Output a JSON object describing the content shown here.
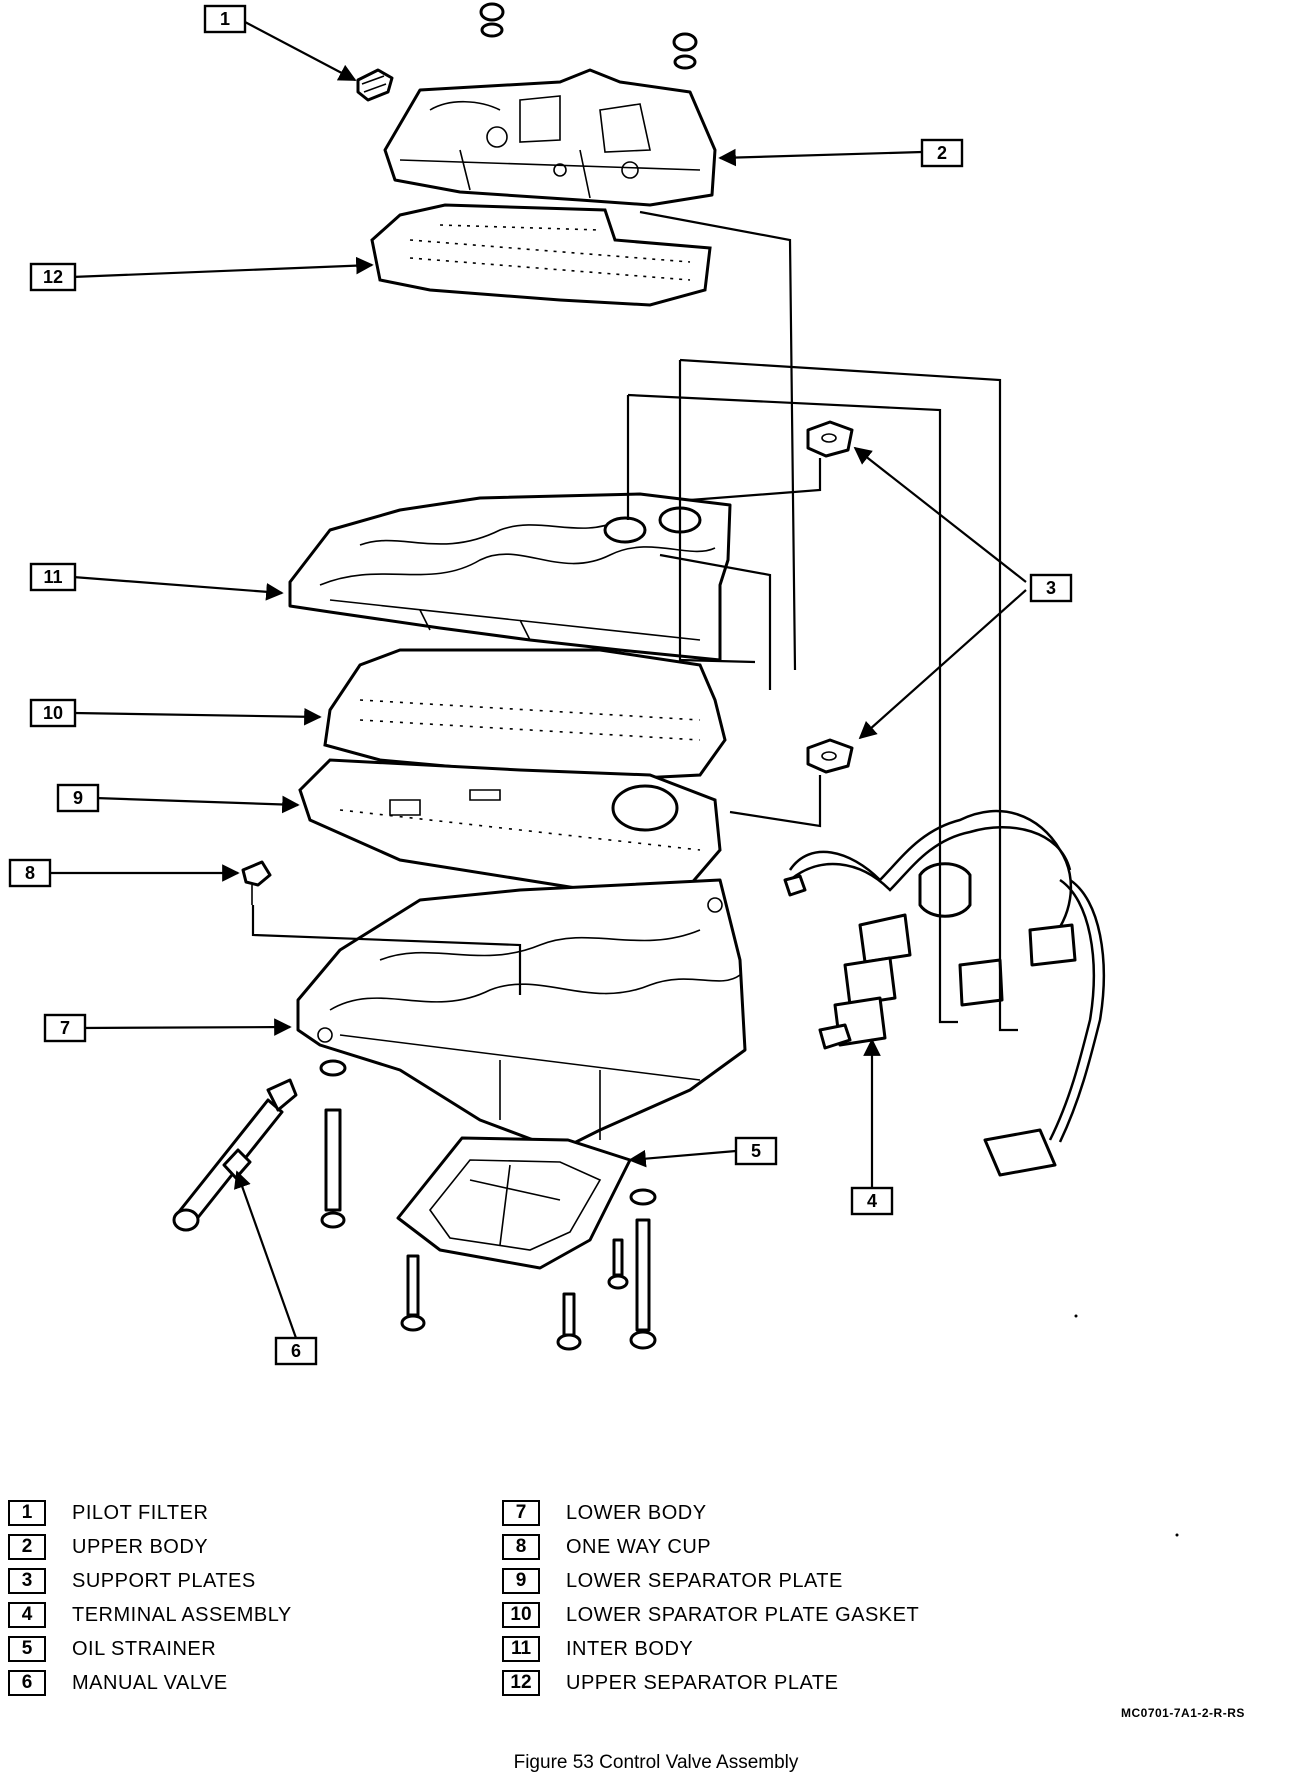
{
  "callouts": [
    {
      "id": "1",
      "label": "1"
    },
    {
      "id": "2",
      "label": "2"
    },
    {
      "id": "3",
      "label": "3"
    },
    {
      "id": "4",
      "label": "4"
    },
    {
      "id": "5",
      "label": "5"
    },
    {
      "id": "6",
      "label": "6"
    },
    {
      "id": "7",
      "label": "7"
    },
    {
      "id": "8",
      "label": "8"
    },
    {
      "id": "9",
      "label": "9"
    },
    {
      "id": "10",
      "label": "10"
    },
    {
      "id": "11",
      "label": "11"
    },
    {
      "id": "12",
      "label": "12"
    }
  ],
  "legend": [
    {
      "num": "1",
      "label": "PILOT FILTER"
    },
    {
      "num": "2",
      "label": "UPPER BODY"
    },
    {
      "num": "3",
      "label": "SUPPORT PLATES"
    },
    {
      "num": "4",
      "label": "TERMINAL ASSEMBLY"
    },
    {
      "num": "5",
      "label": "OIL STRAINER"
    },
    {
      "num": "6",
      "label": "MANUAL VALVE"
    },
    {
      "num": "7",
      "label": "LOWER BODY"
    },
    {
      "num": "8",
      "label": "ONE WAY CUP"
    },
    {
      "num": "9",
      "label": "LOWER SEPARATOR PLATE"
    },
    {
      "num": "10",
      "label": "LOWER SPARATOR PLATE GASKET"
    },
    {
      "num": "11",
      "label": "INTER BODY"
    },
    {
      "num": "12",
      "label": "UPPER SEPARATOR PLATE"
    }
  ],
  "reference_code": "MC0701-7A1-2-R-RS",
  "caption": "Figure 53 Control Valve Assembly"
}
